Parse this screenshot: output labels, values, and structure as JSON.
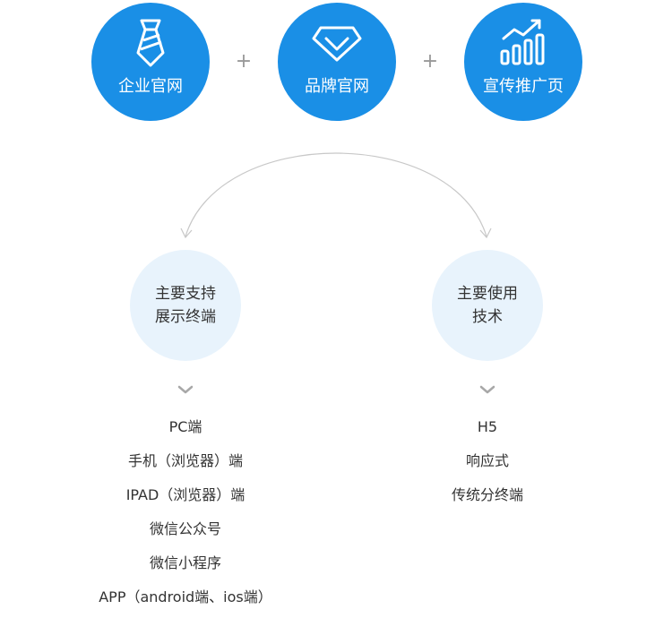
{
  "top_items": [
    {
      "label": "企业官网",
      "icon": "tie-icon"
    },
    {
      "label": "品牌官网",
      "icon": "diamond-icon"
    },
    {
      "label": "宣传推广页",
      "icon": "growth-chart-icon"
    }
  ],
  "plus_symbol": "+",
  "branches": [
    {
      "title_line1": "主要支持",
      "title_line2": "展示终端",
      "items": [
        "PC端",
        "手机（浏览器）端",
        "IPAD（浏览器）端",
        "微信公众号",
        "微信小程序",
        "APP（android端、ios端）"
      ]
    },
    {
      "title_line1": "主要使用",
      "title_line2": "技术",
      "items": [
        "H5",
        "响应式",
        "传统分终端"
      ]
    }
  ],
  "colors": {
    "primary_blue": "#1a8fe6",
    "light_blue": "#e8f3fc",
    "text": "#333333",
    "muted": "#999999"
  }
}
